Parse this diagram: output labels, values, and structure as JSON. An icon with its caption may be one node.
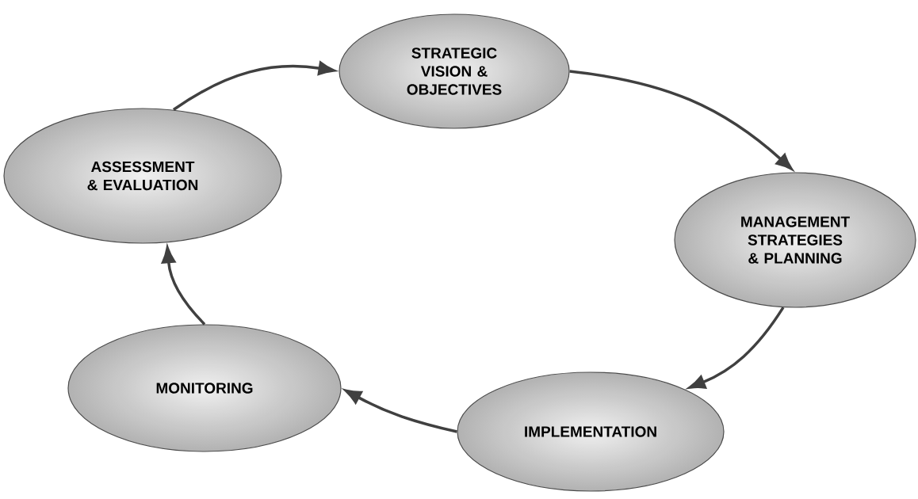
{
  "diagram": {
    "nodes": [
      {
        "text": [
          "STRATEGIC VISION & OBJECTIVES"
        ]
      },
      {
        "text": [
          "MANAGEMENT STRATEGIES & PLANNING"
        ]
      },
      {
        "text": [
          "IMPLEMENTATION"
        ]
      },
      {
        "text": [
          "MONITORING"
        ]
      },
      {
        "text": [
          "ASSESSMENT & EVALUATION"
        ]
      }
    ],
    "edges": [
      {
        "from": 4,
        "to": 0,
        "arrow": "to"
      },
      {
        "from": 0,
        "to": 1,
        "arrow": "to"
      },
      {
        "from": 1,
        "to": 2,
        "arrow": "to"
      },
      {
        "from": 2,
        "to": 3,
        "arrow": "to"
      },
      {
        "from": 3,
        "to": 4,
        "arrow": "to"
      }
    ]
  }
}
